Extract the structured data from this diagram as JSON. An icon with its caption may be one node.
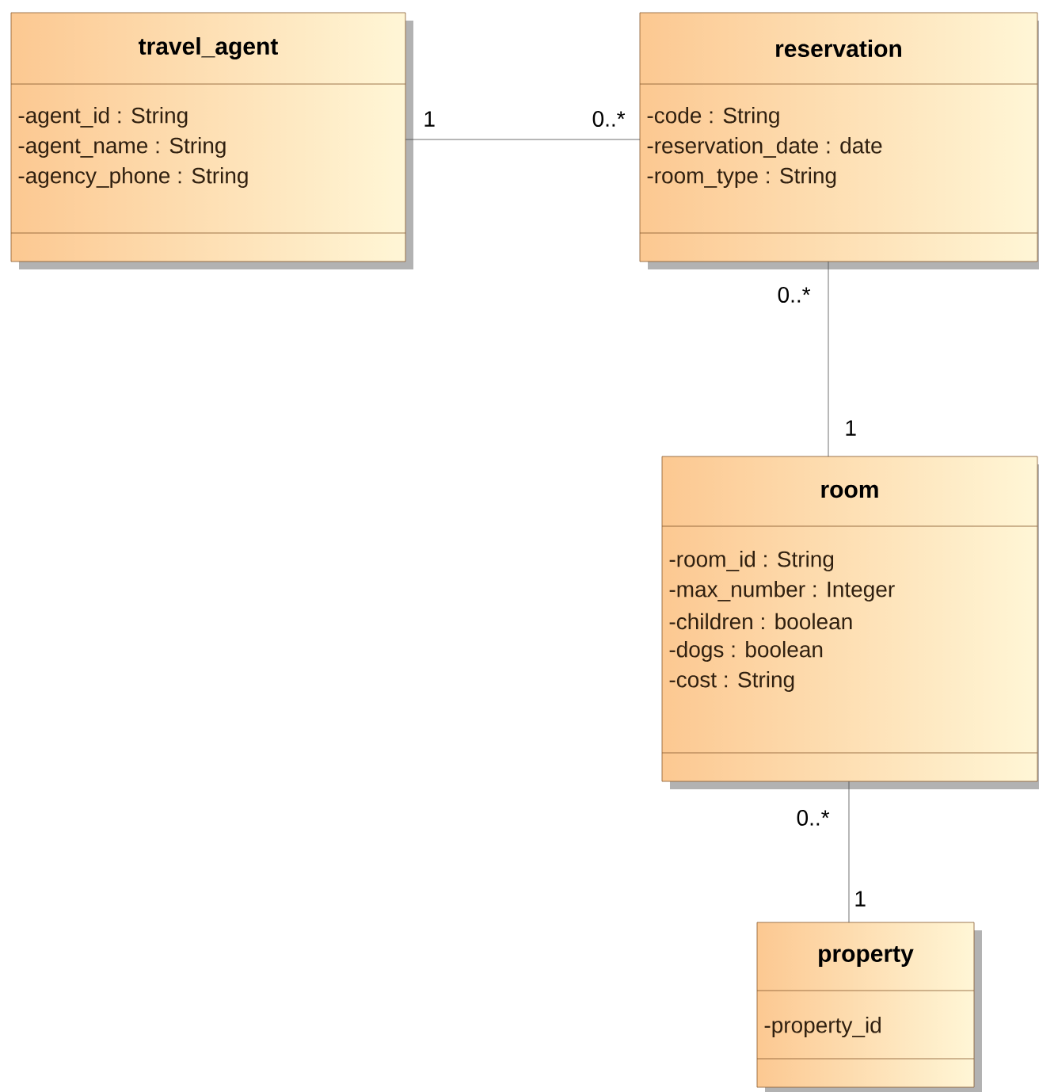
{
  "diagram": {
    "nodes": [
      {
        "text": [
          "travel_agent",
          "-agent_id : String",
          "-agent_name : String",
          "-agency_phone : String"
        ]
      },
      {
        "text": [
          "reservation",
          "-code : String",
          "-reservation_date : date",
          "-room_type : String"
        ]
      },
      {
        "text": [
          "room",
          "-room_id : String",
          "-max_number : Integer",
          "-children : boolean",
          "-dogs : boolean",
          "-cost : String"
        ]
      },
      {
        "text": [
          "property",
          "-property_id"
        ]
      }
    ],
    "edges": [
      {
        "from": 0,
        "to": 1,
        "arrow": "none"
      },
      {
        "from": 1,
        "to": 2,
        "arrow": "none"
      },
      {
        "from": 2,
        "to": 3,
        "arrow": "none"
      }
    ],
    "labels": [
      "1",
      "0..*",
      "0..*",
      "1",
      "0..*",
      "1"
    ]
  }
}
